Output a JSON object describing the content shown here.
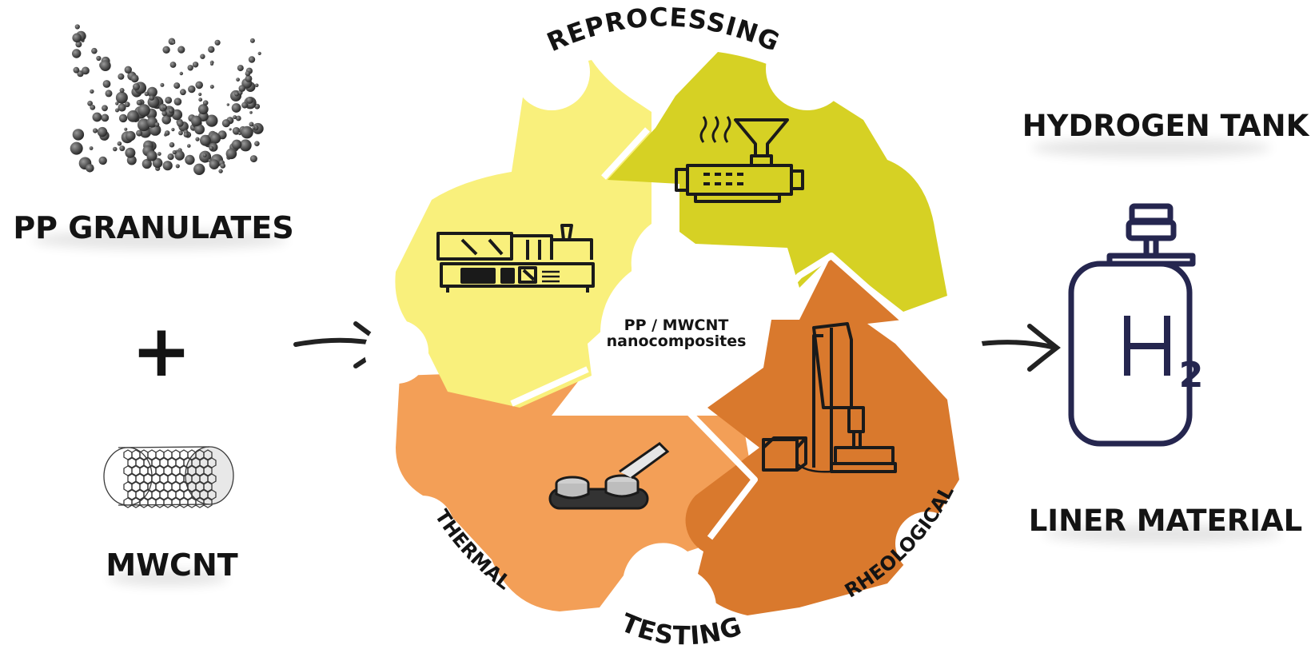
{
  "inputs": {
    "granulates": "PP GRANULATES",
    "plus": "+",
    "nanotube": "MWCNT"
  },
  "cycle": {
    "center_line1": "PP / MWCNT",
    "center_line2": "nanocomposites",
    "top": "REPROCESSING",
    "bottom": "TESTING",
    "bottom_left": "THERMAL",
    "bottom_right": "RHEOLOGICAL",
    "colors": {
      "light_yellow": "#f9f07c",
      "olive": "#d6d124",
      "light_orange": "#f39f57",
      "dark_orange": "#d9792d"
    }
  },
  "output": {
    "title": "HYDROGEN TANK",
    "symbol_letter": "H",
    "symbol_subscript": "2",
    "subtitle": "LINER MATERIAL",
    "tank_color": "#25264f"
  },
  "icons": [
    "granules-pile-icon",
    "nanotube-icon",
    "injection-molding-machine-icon",
    "extruder-icon",
    "dsc-pans-icon",
    "rheometer-icon",
    "hydrogen-tank-icon",
    "arrow-right-icon"
  ]
}
